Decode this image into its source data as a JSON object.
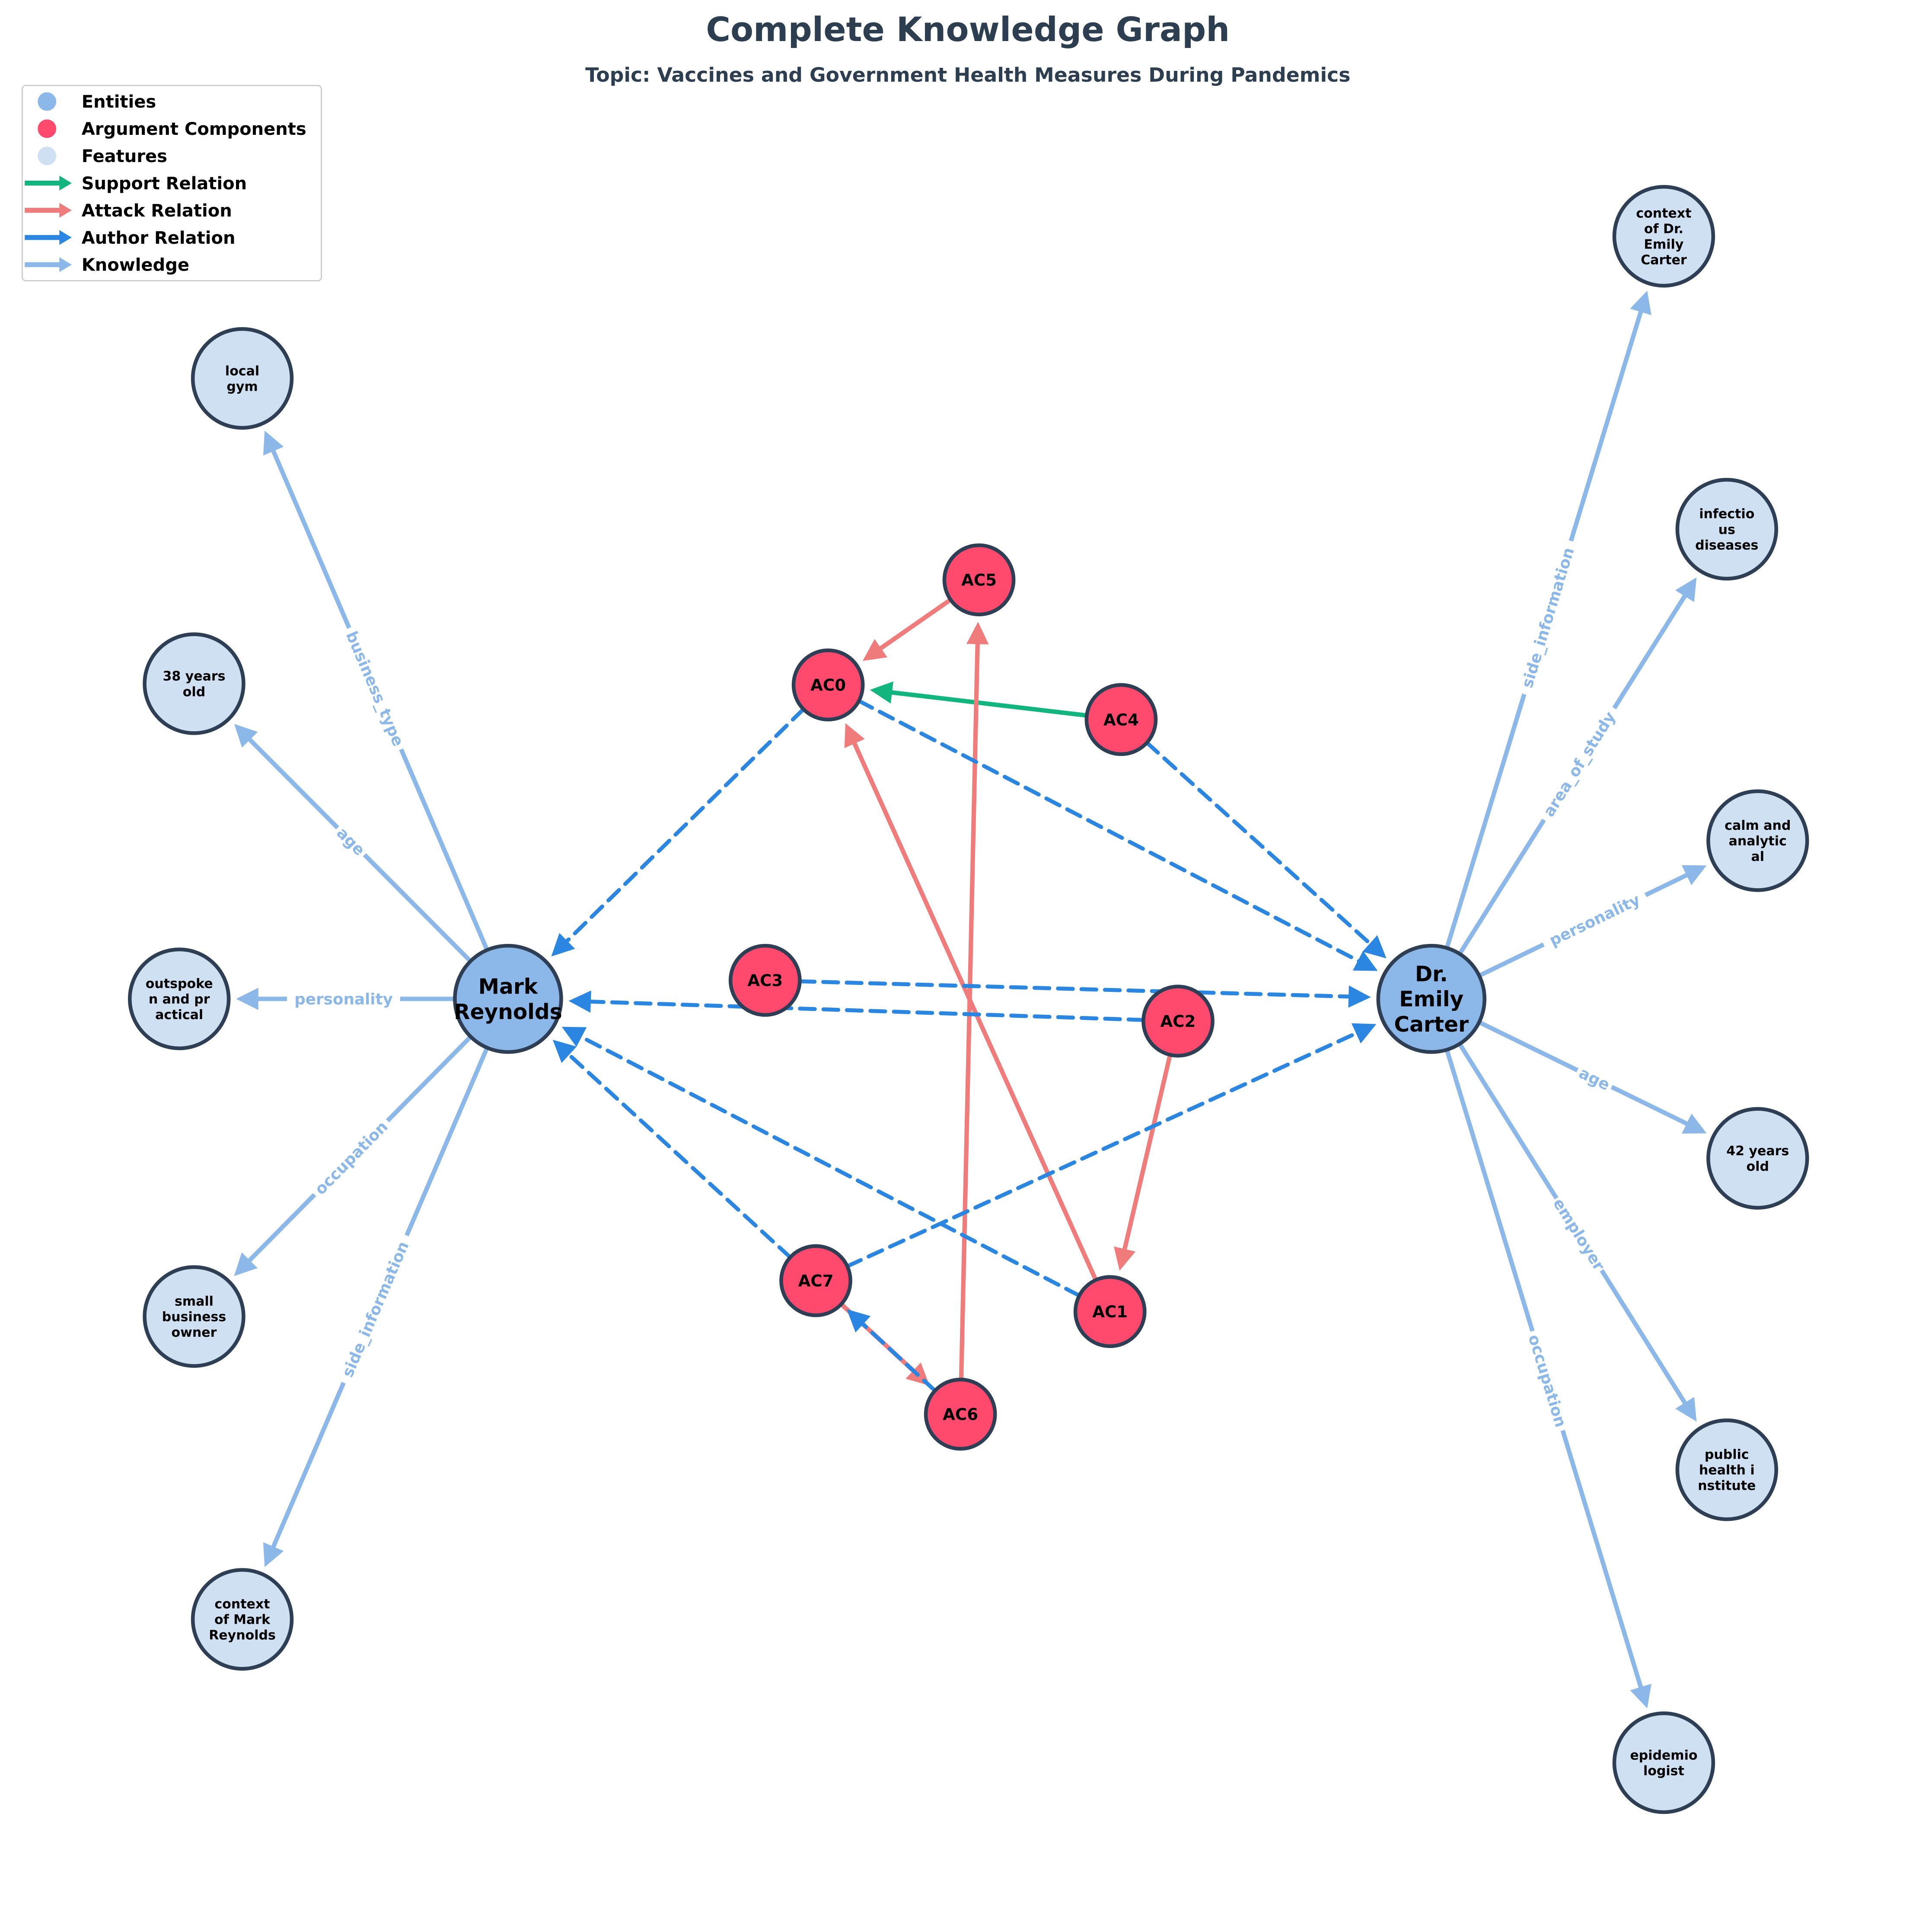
{
  "header": {
    "title": "Complete Knowledge Graph",
    "subtitle": "Topic: Vaccines and Government Health Measures During Pandemics"
  },
  "colors": {
    "entity": "#8bb8e8",
    "argument": "#ff4a6e",
    "feature": "#cfe0f3",
    "node_stroke": "#2e3f55",
    "support": "#12b57e",
    "attack": "#ef7b7b",
    "author": "#2a86e0",
    "knowledge": "#8bb8e8",
    "title": "#2c3e50"
  },
  "legend": {
    "items": [
      {
        "kind": "node",
        "color_key": "entity",
        "label": "Entities"
      },
      {
        "kind": "node",
        "color_key": "argument",
        "label": "Argument Components"
      },
      {
        "kind": "node",
        "color_key": "feature",
        "label": "Features"
      },
      {
        "kind": "edge",
        "color_key": "support",
        "label": "Support Relation"
      },
      {
        "kind": "edge",
        "color_key": "attack",
        "label": "Attack Relation"
      },
      {
        "kind": "edge",
        "color_key": "author",
        "label": "Author Relation"
      },
      {
        "kind": "edge",
        "color_key": "knowledge",
        "label": "Knowledge"
      }
    ]
  },
  "graph": {
    "nodes": [
      {
        "id": "mark",
        "type": "entity",
        "lines": [
          "Mark",
          "Reynolds"
        ]
      },
      {
        "id": "emily",
        "type": "entity",
        "lines": [
          "Dr.",
          "Emily",
          "Carter"
        ]
      },
      {
        "id": "AC0",
        "type": "argument",
        "lines": [
          "AC0"
        ]
      },
      {
        "id": "AC1",
        "type": "argument",
        "lines": [
          "AC1"
        ]
      },
      {
        "id": "AC2",
        "type": "argument",
        "lines": [
          "AC2"
        ]
      },
      {
        "id": "AC3",
        "type": "argument",
        "lines": [
          "AC3"
        ]
      },
      {
        "id": "AC4",
        "type": "argument",
        "lines": [
          "AC4"
        ]
      },
      {
        "id": "AC5",
        "type": "argument",
        "lines": [
          "AC5"
        ]
      },
      {
        "id": "AC6",
        "type": "argument",
        "lines": [
          "AC6"
        ]
      },
      {
        "id": "AC7",
        "type": "argument",
        "lines": [
          "AC7"
        ]
      },
      {
        "id": "gym",
        "type": "feature",
        "lines": [
          "local",
          "gym"
        ]
      },
      {
        "id": "m_age",
        "type": "feature",
        "lines": [
          "38 years",
          "old"
        ]
      },
      {
        "id": "m_pers",
        "type": "feature",
        "lines": [
          "outspoke",
          "n and pr",
          "actical"
        ]
      },
      {
        "id": "m_occ",
        "type": "feature",
        "lines": [
          "small",
          "business",
          "owner"
        ]
      },
      {
        "id": "m_ctx",
        "type": "feature",
        "lines": [
          "context",
          "of Mark",
          "Reynolds"
        ]
      },
      {
        "id": "e_ctx",
        "type": "feature",
        "lines": [
          "context",
          "of Dr.",
          "Emily",
          "Carter"
        ]
      },
      {
        "id": "e_area",
        "type": "feature",
        "lines": [
          "infectio",
          "us",
          "diseases"
        ]
      },
      {
        "id": "e_pers",
        "type": "feature",
        "lines": [
          "calm and",
          "analytic",
          "al"
        ]
      },
      {
        "id": "e_age",
        "type": "feature",
        "lines": [
          "42 years",
          "old"
        ]
      },
      {
        "id": "e_emp",
        "type": "feature",
        "lines": [
          "public",
          "health i",
          "nstitute"
        ]
      },
      {
        "id": "e_occ",
        "type": "feature",
        "lines": [
          "epidemio",
          "logist"
        ]
      }
    ],
    "edges": [
      {
        "from": "mark",
        "to": "gym",
        "type": "knowledge",
        "label": "business_type"
      },
      {
        "from": "mark",
        "to": "m_age",
        "type": "knowledge",
        "label": "age"
      },
      {
        "from": "mark",
        "to": "m_pers",
        "type": "knowledge",
        "label": "personality"
      },
      {
        "from": "mark",
        "to": "m_occ",
        "type": "knowledge",
        "label": "occupation"
      },
      {
        "from": "mark",
        "to": "m_ctx",
        "type": "knowledge",
        "label": "side_information"
      },
      {
        "from": "emily",
        "to": "e_ctx",
        "type": "knowledge",
        "label": "side_information"
      },
      {
        "from": "emily",
        "to": "e_area",
        "type": "knowledge",
        "label": "area_of_study"
      },
      {
        "from": "emily",
        "to": "e_pers",
        "type": "knowledge",
        "label": "personality"
      },
      {
        "from": "emily",
        "to": "e_age",
        "type": "knowledge",
        "label": "age"
      },
      {
        "from": "emily",
        "to": "e_emp",
        "type": "knowledge",
        "label": "employer"
      },
      {
        "from": "emily",
        "to": "e_occ",
        "type": "knowledge",
        "label": "occupation"
      },
      {
        "from": "AC4",
        "to": "AC0",
        "type": "support",
        "label": ""
      },
      {
        "from": "AC5",
        "to": "AC0",
        "type": "attack",
        "label": ""
      },
      {
        "from": "AC1",
        "to": "AC0",
        "type": "attack",
        "label": ""
      },
      {
        "from": "AC6",
        "to": "AC5",
        "type": "attack",
        "label": ""
      },
      {
        "from": "AC2",
        "to": "AC1",
        "type": "attack",
        "label": ""
      },
      {
        "from": "AC7",
        "to": "AC6",
        "type": "attack",
        "label": ""
      },
      {
        "from": "AC0",
        "to": "mark",
        "type": "author",
        "label": ""
      },
      {
        "from": "AC0",
        "to": "emily",
        "type": "author",
        "label": ""
      },
      {
        "from": "AC4",
        "to": "emily",
        "type": "author",
        "label": ""
      },
      {
        "from": "AC3",
        "to": "emily",
        "type": "author",
        "label": ""
      },
      {
        "from": "AC2",
        "to": "mark",
        "type": "author",
        "label": ""
      },
      {
        "from": "AC1",
        "to": "mark",
        "type": "author",
        "label": ""
      },
      {
        "from": "AC7",
        "to": "mark",
        "type": "author",
        "label": ""
      },
      {
        "from": "AC7",
        "to": "emily",
        "type": "author",
        "label": ""
      },
      {
        "from": "AC6",
        "to": "AC7",
        "type": "author",
        "label": ""
      }
    ]
  }
}
